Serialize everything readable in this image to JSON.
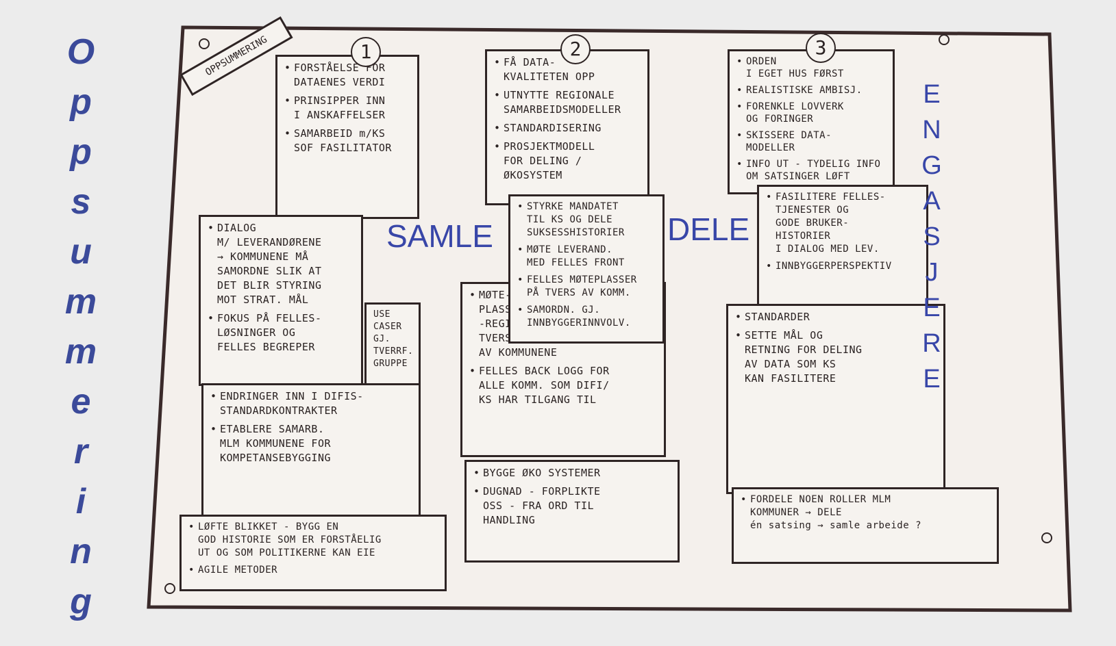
{
  "side_title": [
    "O",
    "p",
    "p",
    "s",
    "u",
    "m",
    "m",
    "e",
    "r",
    "i",
    "n",
    "g"
  ],
  "stamp_label": "OPPSUMMERING",
  "column_numbers": [
    "1",
    "2",
    "3"
  ],
  "column_labels": {
    "samle": "SAMLE",
    "dele": "DELE",
    "engasjere": [
      "E",
      "N",
      "G",
      "A",
      "S",
      "J",
      "E",
      "R",
      "E"
    ]
  },
  "col1": {
    "top": [
      "FORSTÅELSE FOR\nDATAENES VERDI",
      "PRINSIPPER INN\nI ANSKAFFELSER",
      "SAMARBEID m/KS\nSOF FASILITATOR"
    ],
    "mid": [
      "DIALOG\nM/ LEVERANDØRENE\n→ KOMMUNENE MÅ\nSAMORDNE SLIK AT\nDET BLIR STYRING\nMOT STRAT. MÅL",
      "FOKUS PÅ FELLES-\nLØSNINGER OG\nFELLES BEGREPER"
    ],
    "usecase": "USE\nCASER\nGJ.\nTVERRF.\nGRUPPE",
    "lower": [
      "ENDRINGER INN I DIFIS-\nSTANDARDKONTRAKTER",
      "ETABLERE SAMARB.\nMLM KOMMUNENE FOR\nKOMPETANSEBYGGING"
    ],
    "bottom": [
      "LØFTE BLIKKET - BYGG EN\nGOD HISTORIE SOM ER FORSTÅELIG\nUT OG SOM POLITIKERNE KAN EIE",
      "AGILE METODER"
    ]
  },
  "col2": {
    "top": [
      "FÅ DATA-\nKVALITETEN OPP",
      "UTNYTTE REGIONALE\nSAMARBEIDSMODELLER",
      "STANDARDISERING",
      "PROSJEKTMODELL\nFOR DELING /\nØKOSYSTEM"
    ],
    "mid": [
      "STYRKE MANDATET\nTIL KS OG DELE\nSUKSESSHISTORIER",
      "MØTE LEVERAND.\nMED FELLES FRONT",
      "FELLES MØTEPLASSER\nPÅ TVERS AV KOMM.",
      "SAMORDN. GJ.\nINNBYGGERINNVOLV."
    ],
    "lower": [
      "MØTE-\nPLASSER\n-REGIONALT\nTVERS\nAV KOMMUNENE",
      "FELLES BACK LOGG FOR\nALLE KOMM. SOM DIFI/\nKS HAR TILGANG TIL"
    ],
    "bottom": [
      "BYGGE ØKO SYSTEMER",
      "DUGNAD - FORPLIKTE\nOSS - FRA ORD TIL\nHANDLING"
    ]
  },
  "col3": {
    "top": [
      "ORDEN\nI EGET HUS FØRST",
      "REALISTISKE AMBISJ.",
      "FORENKLE LOVVERK\nOG FORINGER",
      "SKISSERE DATA-\nMODELLER",
      "INFO UT - TYDELIG INFO\nOM SATSINGER LØFT"
    ],
    "mid": [
      "FASILITERE FELLES-\nTJENESTER OG\nGODE BRUKER-\nHISTORIER\nI DIALOG MED LEV.",
      "INNBYGGERPERSPEKTIV"
    ],
    "lower": [
      "STANDARDER",
      "SETTE MÅL OG\nRETNING FOR DELING\nAV DATA SOM KS\nKAN FASILITERE"
    ],
    "bottom": [
      "FORDELE NOEN ROLLER MLM\nKOMMUNER → DELE\nén satsing → samle arbeide ?"
    ]
  }
}
